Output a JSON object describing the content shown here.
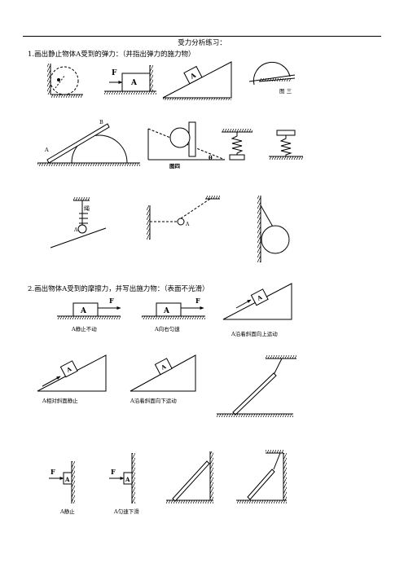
{
  "page": {
    "title": "受力分析练习：",
    "q1": "1.画出静止物体A受到的弹力：（并指出弹力的施力物）",
    "q2": "2.画出物体A受到的摩擦力，并写出施力物：（表面不光滑）"
  },
  "sec1": {
    "row1": {
      "force_label": "F",
      "block_label": "A",
      "incline_block": "A",
      "fig3_caption": "图 三"
    },
    "row2": {
      "rod_top": "B",
      "rod_bottom": "A",
      "fig4_caption": "图四",
      "theta": "θ"
    },
    "row3": {
      "rope_label": "绳",
      "ball_a": "A",
      "ball_b": "A"
    }
  },
  "sec2": {
    "fig1": {
      "force": "F",
      "block": "A",
      "caption": "A静止不动"
    },
    "fig2": {
      "force": "F",
      "block": "A",
      "caption": "A向右匀速"
    },
    "fig3": {
      "block": "A",
      "caption": "A沿着斜面向上运动"
    },
    "fig4": {
      "block": "A",
      "caption": "A相对斜面静止"
    },
    "fig5": {
      "block": "A",
      "caption": "A沿着斜面向下运动"
    },
    "fig7": {
      "force": "F",
      "block": "A",
      "caption": "A静止"
    },
    "fig8": {
      "force": "F",
      "block": "A",
      "caption": "A匀速下滑"
    }
  }
}
